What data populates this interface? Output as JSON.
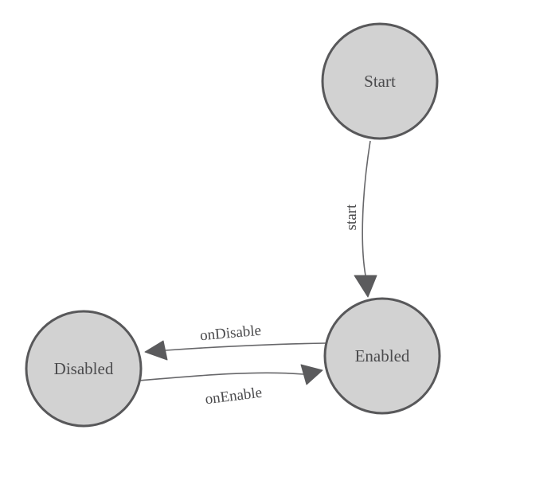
{
  "diagram": {
    "title": "state-machine-diagram",
    "colors": {
      "background": "#ffffff",
      "node_fill": "#d2d2d2",
      "node_stroke": "#58585a",
      "edge_stroke": "#67676a",
      "arrow_fill": "#5b5b5d",
      "label_text": "#4b4b4d"
    },
    "nodes": [
      {
        "id": "start-node",
        "label": "Start"
      },
      {
        "id": "enabled-node",
        "label": "Enabled"
      },
      {
        "id": "disabled-node",
        "label": "Disabled"
      }
    ],
    "edges": [
      {
        "from": "Start",
        "to": "Enabled",
        "label": "start"
      },
      {
        "from": "Enabled",
        "to": "Disabled",
        "label": "onDisable"
      },
      {
        "from": "Disabled",
        "to": "Enabled",
        "label": "onEnable"
      }
    ]
  }
}
